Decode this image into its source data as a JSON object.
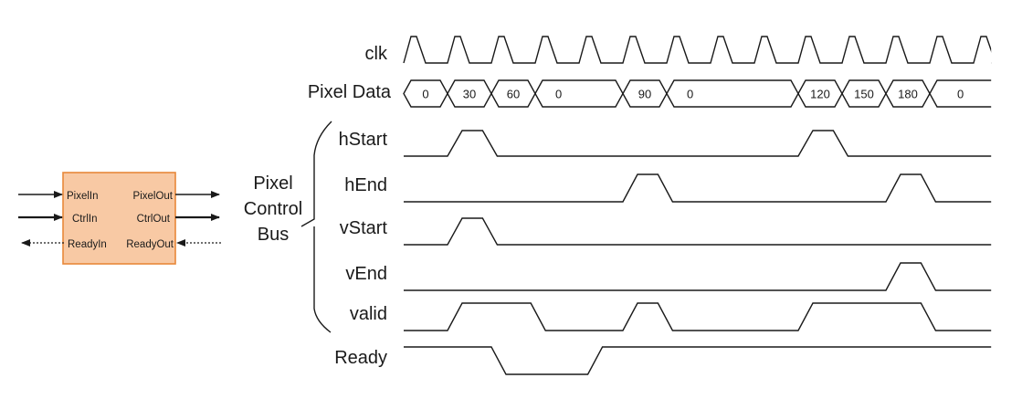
{
  "block": {
    "ports_left": [
      "PixelIn",
      "CtrlIn",
      "ReadyIn"
    ],
    "ports_right": [
      "PixelOut",
      "CtrlOut",
      "ReadyOut"
    ],
    "fill_color": "#f8c9a4",
    "border_color": "#e8883a"
  },
  "bus_label": [
    "Pixel",
    "Control",
    "Bus"
  ],
  "clock": {
    "label": "clk",
    "cycles": 14
  },
  "pixel_data": {
    "label": "Pixel Data",
    "segments": [
      {
        "value": "0",
        "start": 0,
        "end": 1
      },
      {
        "value": "30",
        "start": 1,
        "end": 2
      },
      {
        "value": "60",
        "start": 2,
        "end": 3
      },
      {
        "value": "0",
        "start": 3,
        "end": 5
      },
      {
        "value": "90",
        "start": 5,
        "end": 6
      },
      {
        "value": "0",
        "start": 6,
        "end": 9
      },
      {
        "value": "120",
        "start": 9,
        "end": 10
      },
      {
        "value": "150",
        "start": 10,
        "end": 11
      },
      {
        "value": "180",
        "start": 11,
        "end": 12
      },
      {
        "value": "0",
        "start": 12,
        "end": 13.4
      }
    ]
  },
  "signals": [
    {
      "label": "hStart",
      "initial": 0,
      "edges": [
        1,
        1.8,
        9,
        9.8
      ]
    },
    {
      "label": "hEnd",
      "initial": 0,
      "edges": [
        5,
        5.8,
        11,
        11.8
      ]
    },
    {
      "label": "vStart",
      "initial": 0,
      "edges": [
        1,
        1.8
      ]
    },
    {
      "label": "vEnd",
      "initial": 0,
      "edges": [
        11,
        11.8
      ]
    },
    {
      "label": "valid",
      "initial": 0,
      "edges": [
        1,
        2.9,
        5,
        5.8,
        9,
        11.8
      ]
    },
    {
      "label": "Ready",
      "initial": 1,
      "edges": [
        2,
        4.2
      ]
    }
  ],
  "timeline_end": 13.4
}
